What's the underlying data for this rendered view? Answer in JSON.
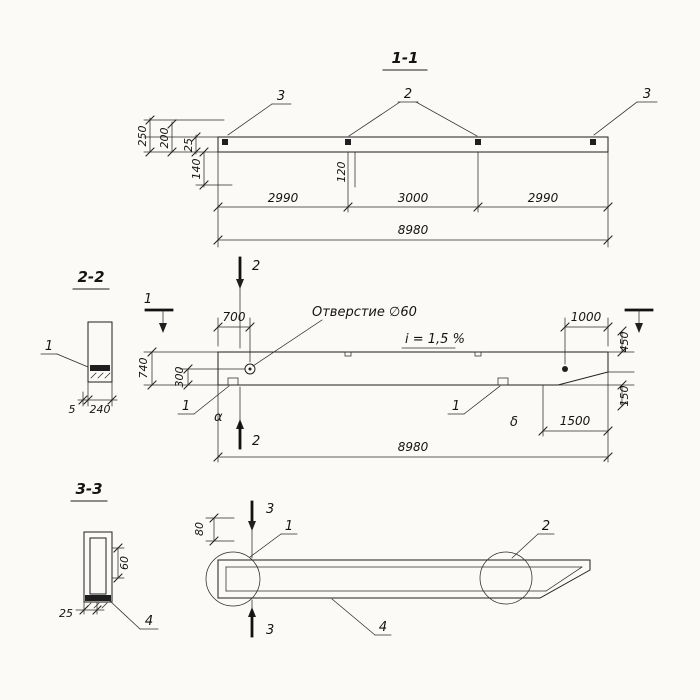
{
  "view_1_1": {
    "title": "1-1",
    "callout_3_left": "3",
    "callout_2": "2",
    "callout_3_right": "3",
    "dim_250": "250",
    "dim_200": "200",
    "dim_25": "25",
    "dim_140": "140",
    "dim_span_left": "2990",
    "dim_span_mid": "3000",
    "dim_span_right": "2990",
    "dim_120": "120",
    "dim_total": "8980"
  },
  "section_2_2": {
    "title": "2-2",
    "callout_1": "1",
    "dim_5": "5",
    "dim_240": "240"
  },
  "elevation": {
    "hole_label": "Отверстие ∅60",
    "slope_label": "i = 1,5 %",
    "dim_700": "700",
    "dim_1000": "1000",
    "dim_740": "740",
    "dim_300": "300",
    "dim_450": "450",
    "dim_150": "150",
    "dim_1500": "1500",
    "dim_total": "8980",
    "callout_1_left": "1",
    "callout_1_right": "1",
    "callout_alpha": "α",
    "callout_delta": "δ",
    "section_mark_2_top": "2",
    "section_mark_2_bottom": "2",
    "section_mark_1": "1"
  },
  "section_3_3": {
    "title": "3-3",
    "dim_60": "60",
    "dim_25": "25",
    "callout_4": "4"
  },
  "plan": {
    "dim_80": "80",
    "callout_1": "1",
    "callout_2": "2",
    "callout_4": "4",
    "section_mark_3_top": "3",
    "section_mark_3_bottom": "3"
  }
}
